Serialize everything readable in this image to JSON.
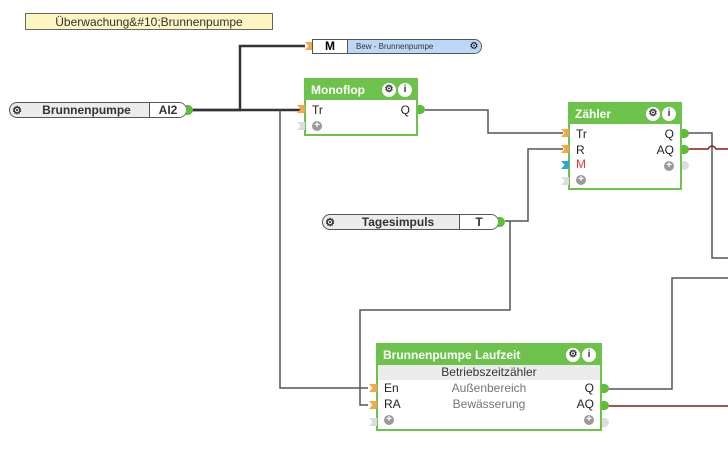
{
  "comment": "Überwachung&#10;Brunnenpumpe",
  "inputs": [
    {
      "name": "Brunnenpumpe",
      "code": "AI2"
    },
    {
      "name": "Tagesimpuls",
      "code": "T"
    }
  ],
  "output": {
    "code": "M",
    "label": "Bew - Brunnenpumpe"
  },
  "blocks": {
    "monoflop": {
      "title": "Monoflop",
      "in": [
        "Tr"
      ],
      "out": [
        "Q"
      ]
    },
    "zaehler": {
      "title": "Zähler",
      "in": [
        "Tr",
        "R",
        "M"
      ],
      "out": [
        "Q",
        "AQ"
      ]
    },
    "laufzeit": {
      "title": "Brunnenpumpe Laufzeit",
      "subtitle": "Betriebszeitzähler",
      "in": [
        "En",
        "RA"
      ],
      "out": [
        "Q",
        "AQ"
      ],
      "center": [
        "Außenbereich",
        "Bewässerung"
      ]
    }
  },
  "icons": {
    "gear": "⚙",
    "info": "i",
    "plus": "+"
  },
  "colors": {
    "block": "#6cc24a",
    "input_pin": "#f5a84a",
    "output_pin": "#5cbf3a",
    "analog_wire": "#8b1a1a",
    "digital_wire": "#555555",
    "memory_pin": "#2aa7d8"
  }
}
